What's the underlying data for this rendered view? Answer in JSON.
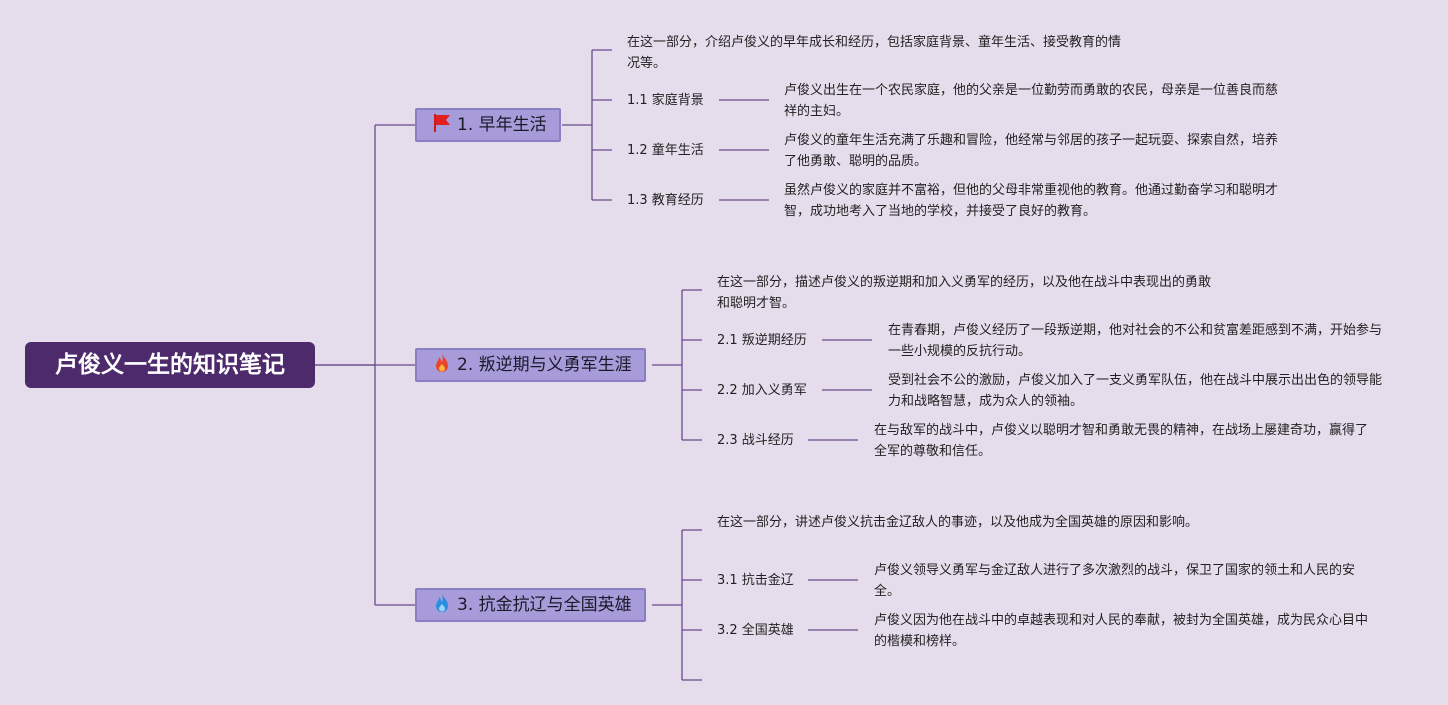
{
  "root": {
    "title": "卢俊义一生的知识笔记"
  },
  "branches": [
    {
      "title": "1. 早年生活",
      "icon": "red-flag-icon",
      "desc": "在这一部分，介绍卢俊义的早年成长和经历，包括家庭背景、童年生活、接受教育的情况等。",
      "subs": [
        {
          "label": "1.1 家庭背景",
          "detail": "卢俊义出生在一个农民家庭，他的父亲是一位勤劳而勇敢的农民，母亲是一位善良而慈祥的主妇。"
        },
        {
          "label": "1.2 童年生活",
          "detail": "卢俊义的童年生活充满了乐趣和冒险，他经常与邻居的孩子一起玩耍、探索自然，培养了他勇敢、聪明的品质。"
        },
        {
          "label": "1.3 教育经历",
          "detail": "虽然卢俊义的家庭并不富裕，但他的父母非常重视他的教育。他通过勤奋学习和聪明才智，成功地考入了当地的学校，并接受了良好的教育。"
        }
      ]
    },
    {
      "title": "2. 叛逆期与义勇军生涯",
      "icon": "fire-icon",
      "desc": "在这一部分，描述卢俊义的叛逆期和加入义勇军的经历，以及他在战斗中表现出的勇敢和聪明才智。",
      "subs": [
        {
          "label": "2.1 叛逆期经历",
          "detail": "在青春期，卢俊义经历了一段叛逆期，他对社会的不公和贫富差距感到不满，开始参与一些小规模的反抗行动。"
        },
        {
          "label": "2.2 加入义勇军",
          "detail": "受到社会不公的激励，卢俊义加入了一支义勇军队伍，他在战斗中展示出出色的领导能力和战略智慧，成为众人的领袖。"
        },
        {
          "label": "2.3 战斗经历",
          "detail": "在与敌军的战斗中，卢俊义以聪明才智和勇敢无畏的精神，在战场上屡建奇功，赢得了全军的尊敬和信任。"
        }
      ]
    },
    {
      "title": "3. 抗金抗辽与全国英雄",
      "icon": "blue-flame-icon",
      "desc": "在这一部分，讲述卢俊义抗击金辽敌人的事迹，以及他成为全国英雄的原因和影响。",
      "subs": [
        {
          "label": "3.1 抗击金辽",
          "detail": "卢俊义领导义勇军与金辽敌人进行了多次激烈的战斗，保卫了国家的领土和人民的安全。"
        },
        {
          "label": "3.2 全国英雄",
          "detail": "卢俊义因为他在战斗中的卓越表现和对人民的奉献，被封为全国英雄，成为民众心目中的楷模和榜样。"
        }
      ]
    }
  ],
  "colors": {
    "background": "#e6ddec",
    "root": "#4c2a6b",
    "branch": "#a79bd9",
    "line": "#6a4a8c"
  }
}
